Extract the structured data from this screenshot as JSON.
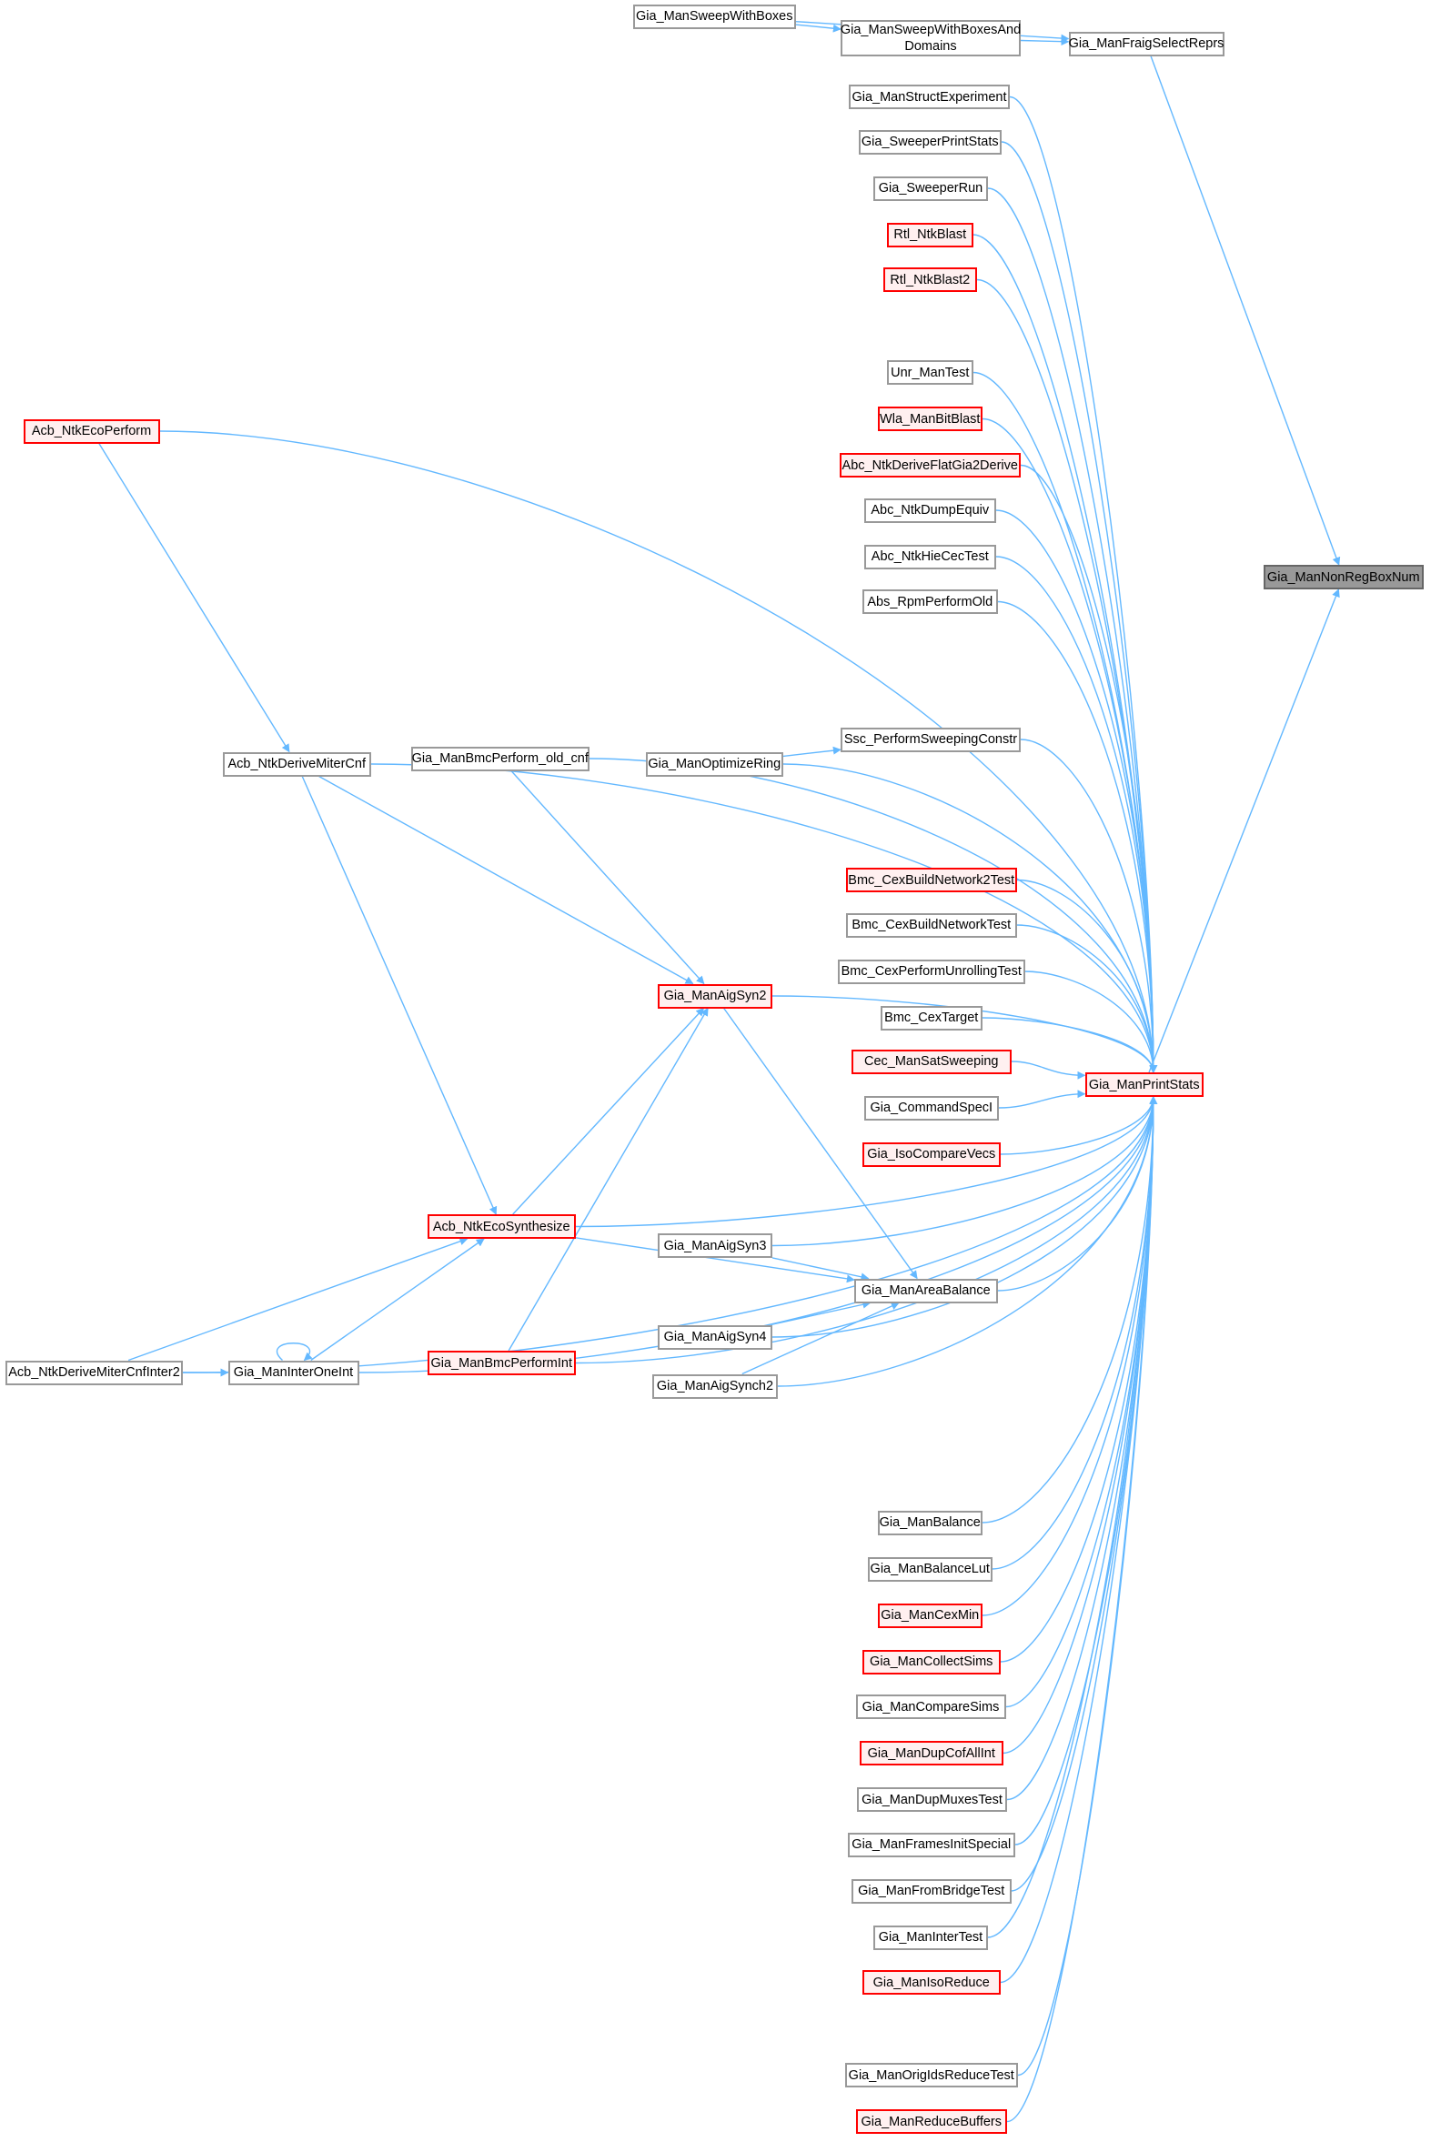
{
  "colors": {
    "edge": "#63b8ff",
    "border": "#999999",
    "red_border": "#ff0000",
    "red_fill": "#fff0f0",
    "focus_fill": "#999999"
  },
  "nodes": [
    {
      "id": "sweepboxes",
      "label": "Gia_ManSweepWithBoxes",
      "kind": "normal"
    },
    {
      "id": "sweepdomains",
      "label": "Gia_ManSweepWithBoxesAnd\nDomains",
      "kind": "normal"
    },
    {
      "id": "fraig",
      "label": "Gia_ManFraigSelectReprs",
      "kind": "normal"
    },
    {
      "id": "structexp",
      "label": "Gia_ManStructExperiment",
      "kind": "normal"
    },
    {
      "id": "sweeperstats",
      "label": "Gia_SweeperPrintStats",
      "kind": "normal"
    },
    {
      "id": "sweeperrun",
      "label": "Gia_SweeperRun",
      "kind": "normal"
    },
    {
      "id": "rtlblast",
      "label": "Rtl_NtkBlast",
      "kind": "red"
    },
    {
      "id": "rtlblast2",
      "label": "Rtl_NtkBlast2",
      "kind": "red"
    },
    {
      "id": "unrtest",
      "label": "Unr_ManTest",
      "kind": "normal"
    },
    {
      "id": "wla",
      "label": "Wla_ManBitBlast",
      "kind": "red"
    },
    {
      "id": "flatgia",
      "label": "Abc_NtkDeriveFlatGia2Derive",
      "kind": "red"
    },
    {
      "id": "dumpequiv",
      "label": "Abc_NtkDumpEquiv",
      "kind": "normal"
    },
    {
      "id": "hiecec",
      "label": "Abc_NtkHieCecTest",
      "kind": "normal"
    },
    {
      "id": "rpm",
      "label": "Abs_RpmPerformOld",
      "kind": "normal"
    },
    {
      "id": "nonreg",
      "label": "Gia_ManNonRegBoxNum",
      "kind": "focus"
    },
    {
      "id": "ecoperform",
      "label": "Acb_NtkEcoPerform",
      "kind": "red"
    },
    {
      "id": "mitercnf",
      "label": "Acb_NtkDeriveMiterCnf",
      "kind": "normal"
    },
    {
      "id": "bmcold",
      "label": "Gia_ManBmcPerform_old_cnf",
      "kind": "normal"
    },
    {
      "id": "ssc",
      "label": "Ssc_PerformSweepingConstr",
      "kind": "normal"
    },
    {
      "id": "optring",
      "label": "Gia_ManOptimizeRing",
      "kind": "normal"
    },
    {
      "id": "aigsyn2",
      "label": "Gia_ManAigSyn2",
      "kind": "red"
    },
    {
      "id": "cexnet2",
      "label": "Bmc_CexBuildNetwork2Test",
      "kind": "red"
    },
    {
      "id": "cexnet",
      "label": "Bmc_CexBuildNetworkTest",
      "kind": "normal"
    },
    {
      "id": "cexunroll",
      "label": "Bmc_CexPerformUnrollingTest",
      "kind": "normal"
    },
    {
      "id": "cextarget",
      "label": "Bmc_CexTarget",
      "kind": "normal"
    },
    {
      "id": "satsweep",
      "label": "Cec_ManSatSweeping",
      "kind": "red"
    },
    {
      "id": "specl",
      "label": "Gia_CommandSpecI",
      "kind": "normal"
    },
    {
      "id": "isovecs",
      "label": "Gia_IsoCompareVecs",
      "kind": "red"
    },
    {
      "id": "printstats",
      "label": "Gia_ManPrintStats",
      "kind": "red"
    },
    {
      "id": "ecosynth",
      "label": "Acb_NtkEcoSynthesize",
      "kind": "red"
    },
    {
      "id": "aigsyn3",
      "label": "Gia_ManAigSyn3",
      "kind": "normal"
    },
    {
      "id": "areabal",
      "label": "Gia_ManAreaBalance",
      "kind": "normal"
    },
    {
      "id": "aigsyn4",
      "label": "Gia_ManAigSyn4",
      "kind": "normal"
    },
    {
      "id": "aigsynch2",
      "label": "Gia_ManAigSynch2",
      "kind": "normal"
    },
    {
      "id": "inter2",
      "label": "Acb_NtkDeriveMiterCnfInter2",
      "kind": "normal"
    },
    {
      "id": "interone",
      "label": "Gia_ManInterOneInt",
      "kind": "normal"
    },
    {
      "id": "bmcint",
      "label": "Gia_ManBmcPerformInt",
      "kind": "red"
    },
    {
      "id": "balance",
      "label": "Gia_ManBalance",
      "kind": "normal"
    },
    {
      "id": "balancelut",
      "label": "Gia_ManBalanceLut",
      "kind": "normal"
    },
    {
      "id": "cexmin",
      "label": "Gia_ManCexMin",
      "kind": "red"
    },
    {
      "id": "collectsims",
      "label": "Gia_ManCollectSims",
      "kind": "red"
    },
    {
      "id": "comparesims",
      "label": "Gia_ManCompareSims",
      "kind": "normal"
    },
    {
      "id": "dupcof",
      "label": "Gia_ManDupCofAllInt",
      "kind": "red"
    },
    {
      "id": "dupmux",
      "label": "Gia_ManDupMuxesTest",
      "kind": "normal"
    },
    {
      "id": "frames",
      "label": "Gia_ManFramesInitSpecial",
      "kind": "normal"
    },
    {
      "id": "bridge",
      "label": "Gia_ManFromBridgeTest",
      "kind": "normal"
    },
    {
      "id": "intertest",
      "label": "Gia_ManInterTest",
      "kind": "normal"
    },
    {
      "id": "isoreduce",
      "label": "Gia_ManIsoReduce",
      "kind": "red"
    },
    {
      "id": "origids",
      "label": "Gia_ManOrigIdsReduceTest",
      "kind": "normal"
    },
    {
      "id": "reducebuf",
      "label": "Gia_ManReduceBuffers",
      "kind": "red"
    }
  ],
  "edges": [
    [
      "sweepboxes",
      "fraig"
    ],
    [
      "sweepboxes",
      "sweepdomains"
    ],
    [
      "sweepdomains",
      "fraig"
    ],
    [
      "fraig",
      "nonreg"
    ],
    [
      "printstats",
      "nonreg"
    ],
    [
      "structexp",
      "printstats"
    ],
    [
      "sweeperstats",
      "printstats"
    ],
    [
      "sweeperrun",
      "printstats"
    ],
    [
      "rtlblast",
      "printstats"
    ],
    [
      "rtlblast2",
      "printstats"
    ],
    [
      "unrtest",
      "printstats"
    ],
    [
      "wla",
      "printstats"
    ],
    [
      "flatgia",
      "printstats"
    ],
    [
      "dumpequiv",
      "printstats"
    ],
    [
      "hiecec",
      "printstats"
    ],
    [
      "rpm",
      "printstats"
    ],
    [
      "ecoperform",
      "printstats"
    ],
    [
      "ecoperform",
      "mitercnf"
    ],
    [
      "mitercnf",
      "printstats"
    ],
    [
      "mitercnf",
      "aigsyn2"
    ],
    [
      "mitercnf",
      "ecosynth"
    ],
    [
      "bmcold",
      "printstats"
    ],
    [
      "bmcold",
      "aigsyn2"
    ],
    [
      "optring",
      "ssc"
    ],
    [
      "optring",
      "printstats"
    ],
    [
      "ssc",
      "printstats"
    ],
    [
      "aigsyn2",
      "printstats"
    ],
    [
      "aigsyn2",
      "areabal"
    ],
    [
      "cexnet2",
      "printstats"
    ],
    [
      "cexnet",
      "printstats"
    ],
    [
      "cexunroll",
      "printstats"
    ],
    [
      "cextarget",
      "printstats"
    ],
    [
      "satsweep",
      "printstats"
    ],
    [
      "specl",
      "printstats"
    ],
    [
      "isovecs",
      "printstats"
    ],
    [
      "ecosynth",
      "printstats"
    ],
    [
      "ecosynth",
      "aigsyn2"
    ],
    [
      "ecosynth",
      "areabal"
    ],
    [
      "aigsyn3",
      "areabal"
    ],
    [
      "aigsyn3",
      "printstats"
    ],
    [
      "aigsyn4",
      "areabal"
    ],
    [
      "aigsyn4",
      "printstats"
    ],
    [
      "aigsynch2",
      "areabal"
    ],
    [
      "aigsynch2",
      "printstats"
    ],
    [
      "areabal",
      "printstats"
    ],
    [
      "inter2",
      "ecosynth"
    ],
    [
      "inter2",
      "interone"
    ],
    [
      "inter2",
      "printstats"
    ],
    [
      "interone",
      "ecosynth"
    ],
    [
      "interone",
      "interone"
    ],
    [
      "interone",
      "printstats"
    ],
    [
      "bmcint",
      "aigsyn2"
    ],
    [
      "bmcint",
      "printstats"
    ],
    [
      "balance",
      "printstats"
    ],
    [
      "balancelut",
      "printstats"
    ],
    [
      "cexmin",
      "printstats"
    ],
    [
      "collectsims",
      "printstats"
    ],
    [
      "comparesims",
      "printstats"
    ],
    [
      "dupcof",
      "printstats"
    ],
    [
      "dupmux",
      "printstats"
    ],
    [
      "frames",
      "printstats"
    ],
    [
      "bridge",
      "printstats"
    ],
    [
      "intertest",
      "printstats"
    ],
    [
      "isoreduce",
      "printstats"
    ],
    [
      "origids",
      "printstats"
    ],
    [
      "reducebuf",
      "printstats"
    ]
  ]
}
